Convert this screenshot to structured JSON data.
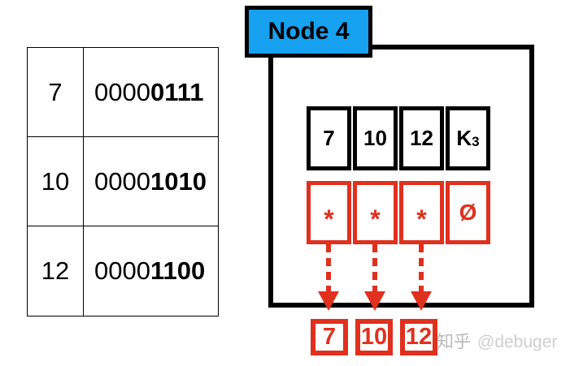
{
  "palette": {
    "node_fill_blue": "#16A1F1",
    "pointer_red": "#E0301E",
    "line_black": "#000000",
    "watermark_gray": "#B9B9B9",
    "watermark_light_gray": "#CFCFCF"
  },
  "left_table": {
    "rows": [
      {
        "key": "7",
        "bits_prefix": "0000",
        "bits_suffix": "0111"
      },
      {
        "key": "10",
        "bits_prefix": "0000",
        "bits_suffix": "1010"
      },
      {
        "key": "12",
        "bits_prefix": "0000",
        "bits_suffix": "1100"
      }
    ]
  },
  "node": {
    "title": "Node 4",
    "keys": [
      {
        "text": "7",
        "sub": ""
      },
      {
        "text": "10",
        "sub": ""
      },
      {
        "text": "12",
        "sub": ""
      },
      {
        "text": "K",
        "sub": "3"
      }
    ],
    "pointers": [
      "*",
      "*",
      "*",
      "Ø"
    ],
    "leaf_values": [
      "7",
      "10",
      "12"
    ]
  },
  "watermark": {
    "brand": "知乎",
    "handle": "@debuger"
  }
}
